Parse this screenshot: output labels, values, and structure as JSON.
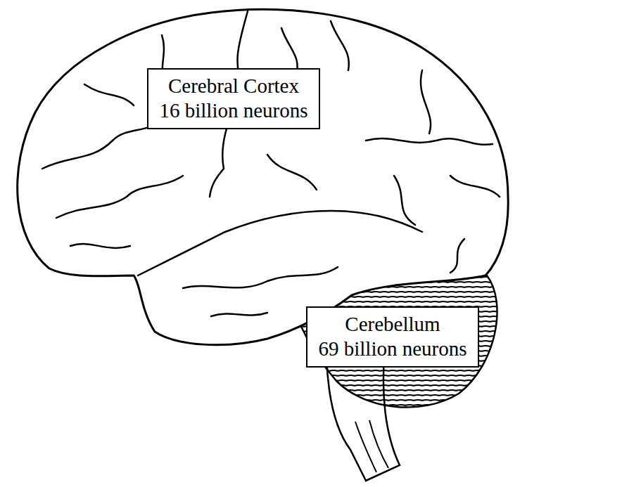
{
  "diagram": {
    "nodes": [
      {
        "text": [
          "Cerebral Cortex",
          "16 billion neurons"
        ]
      },
      {
        "text": [
          "Cerebellum",
          "69 billion neurons"
        ]
      }
    ]
  }
}
